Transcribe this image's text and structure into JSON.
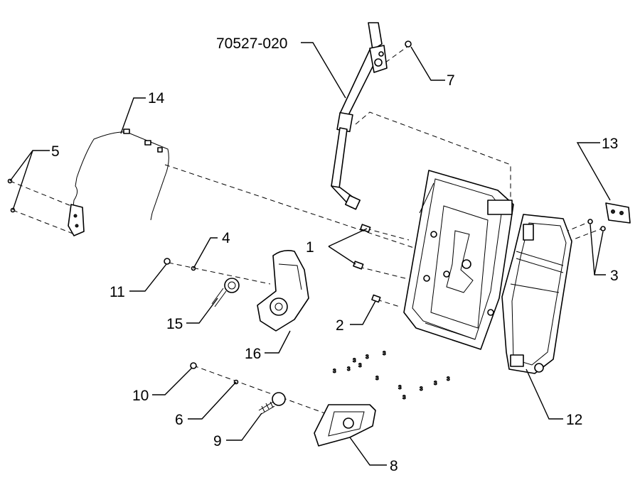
{
  "callouts": {
    "c70527": "70527-020",
    "c1": "1",
    "c2": "2",
    "c3": "3",
    "c4": "4",
    "c5": "5",
    "c6": "6",
    "c7": "7",
    "c8": "8",
    "c9": "9",
    "c10": "10",
    "c11": "11",
    "c12": "12",
    "c13": "13",
    "c14": "14",
    "c15": "15",
    "c16": "16"
  }
}
